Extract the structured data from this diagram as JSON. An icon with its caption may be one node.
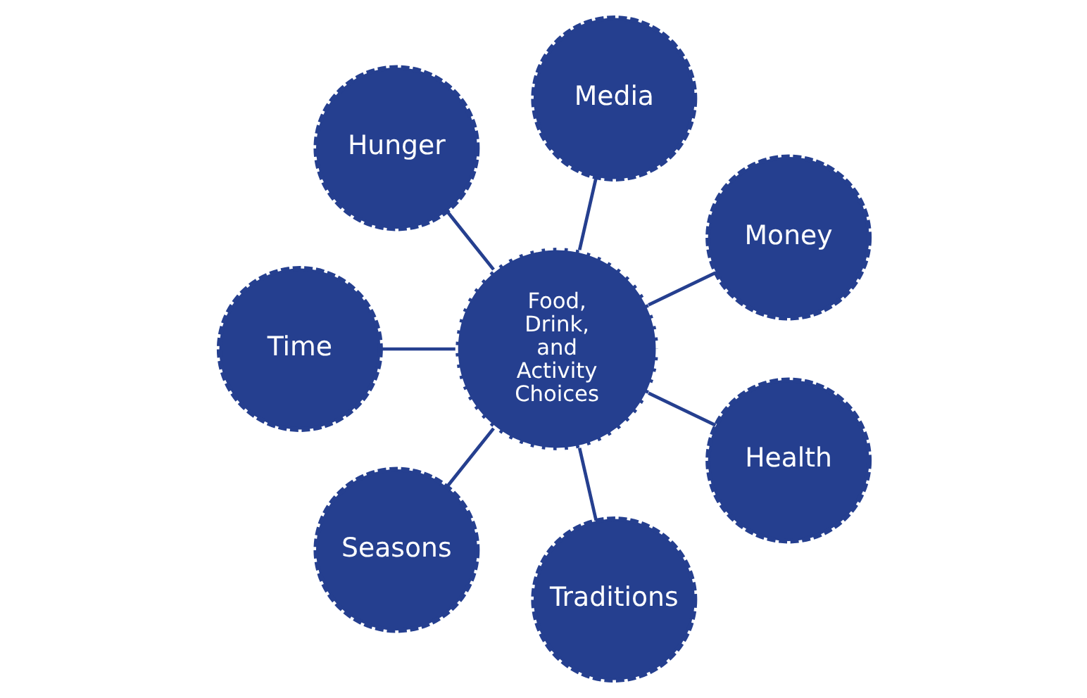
{
  "diagram": {
    "nodes": [
      {
        "text": [
          "Money"
        ]
      },
      {
        "text": [
          "Media"
        ]
      },
      {
        "text": [
          "Hunger"
        ]
      },
      {
        "text": [
          "Food, Drink, and Activity Choices"
        ]
      },
      {
        "text": [
          "Time"
        ]
      },
      {
        "text": [
          "Seasons"
        ]
      },
      {
        "text": [
          "Traditions"
        ]
      },
      {
        "text": [
          "Health"
        ]
      }
    ],
    "edges": [
      {
        "from": 3,
        "to": 0,
        "arrow": "none"
      },
      {
        "from": 3,
        "to": 1,
        "arrow": "none"
      },
      {
        "from": 3,
        "to": 2,
        "arrow": "none"
      },
      {
        "from": 3,
        "to": 4,
        "arrow": "none"
      },
      {
        "from": 3,
        "to": 5,
        "arrow": "none"
      },
      {
        "from": 3,
        "to": 6,
        "arrow": "none"
      },
      {
        "from": 3,
        "to": 7,
        "arrow": "none"
      }
    ]
  }
}
